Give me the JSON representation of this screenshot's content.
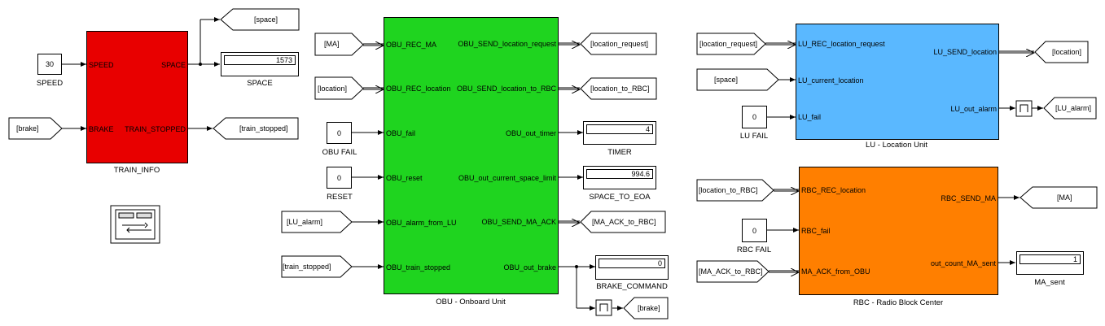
{
  "train_info": {
    "caption": "TRAIN_INFO",
    "in_speed": "SPEED",
    "in_brake": "BRAKE",
    "out_space": "SPACE",
    "out_train_stopped": "TRAIN_STOPPED"
  },
  "obu": {
    "caption": "OBU - Onboard Unit",
    "inputs": [
      "OBU_REC_MA",
      "OBU_REC_location",
      "OBU_fail",
      "OBU_reset",
      "OBU_alarm_from_LU",
      "OBU_train_stopped"
    ],
    "outputs": [
      "OBU_SEND_location_request",
      "OBU_SEND_location_to_RBC",
      "OBU_out_timer",
      "OBU_out_current_space_limit",
      "OBU_SEND_MA_ACK",
      "OBU_out_brake"
    ]
  },
  "lu": {
    "caption": "LU - Location Unit",
    "inputs": [
      "LU_REC_location_request",
      "LU_current_location",
      "LU_fail"
    ],
    "outputs": [
      "LU_SEND_location",
      "LU_out_alarm"
    ]
  },
  "rbc": {
    "caption": "RBC - Radio Block Center",
    "inputs": [
      "RBC_REC_location",
      "RBC_fail",
      "MA_ACK_from_OBU"
    ],
    "outputs": [
      "RBC_SEND_MA",
      "out_count_MA_sent"
    ]
  },
  "constants": {
    "speed": {
      "value": "30",
      "label": "SPEED"
    },
    "obu_fail": {
      "value": "0",
      "label": "OBU FAIL"
    },
    "reset": {
      "value": "0",
      "label": "RESET"
    },
    "lu_fail": {
      "value": "0",
      "label": "LU FAIL"
    },
    "rbc_fail": {
      "value": "0",
      "label": "RBC FAIL"
    }
  },
  "displays": {
    "space": {
      "value": "1573",
      "label": "SPACE"
    },
    "timer": {
      "value": "4",
      "label": "TIMER"
    },
    "space_to_eoa": {
      "value": "994.6",
      "label": "SPACE_TO_EOA"
    },
    "brake_command": {
      "value": "0",
      "label": "BRAKE_COMMAND"
    },
    "ma_sent": {
      "value": "1",
      "label": "MA_sent"
    }
  },
  "tags": {
    "goto_space": "[space]",
    "goto_train_stopped": "[train_stopped]",
    "from_brake": "[brake]",
    "from_ma": "[MA]",
    "from_location": "[location]",
    "from_lu_alarm": "[LU_alarm]",
    "from_train_stopped": "[train_stopped]",
    "goto_location_request": "[location_request]",
    "goto_location_to_rbc": "[location_to_RBC]",
    "goto_ma_ack_to_rbc": "[MA_ACK_to_RBC]",
    "goto_brake": "[brake]",
    "from_location_request": "[location_request]",
    "from_space": "[space]",
    "goto_location": "[location]",
    "goto_lu_alarm": "[LU_alarm]",
    "from_location_to_rbc": "[location_to_RBC]",
    "from_ma_ack_to_rbc": "[MA_ACK_to_RBC]",
    "goto_ma": "[MA]"
  }
}
